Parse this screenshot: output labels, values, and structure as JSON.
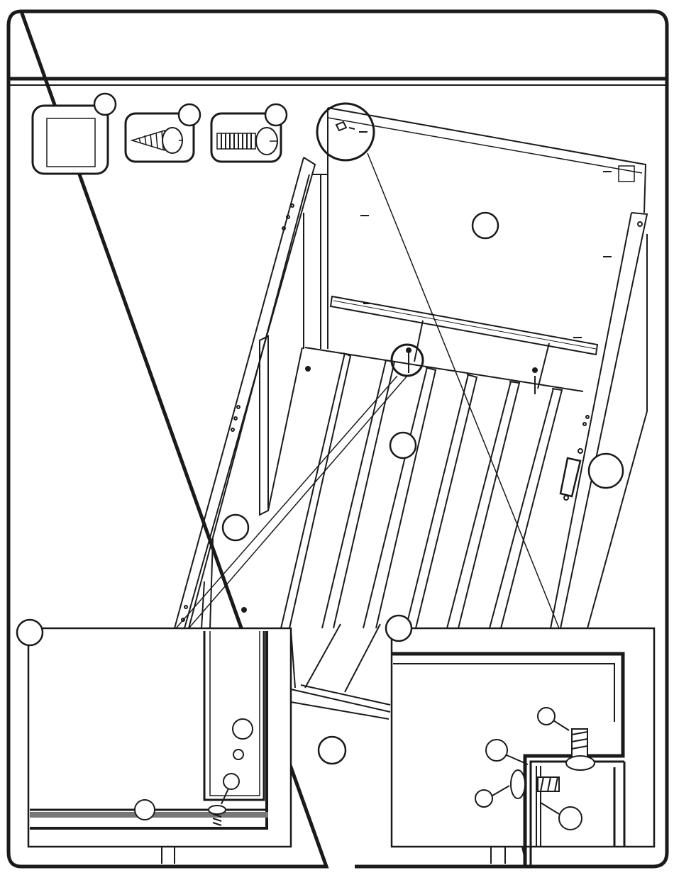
{
  "frame": {
    "header_text": ""
  },
  "parts_legend": [
    {
      "item": "panel",
      "icon": "panel-icon"
    },
    {
      "item": "self-tapping-screw",
      "icon": "tapping-screw-icon"
    },
    {
      "item": "machine-screw",
      "icon": "machine-screw-icon"
    }
  ],
  "callouts": [],
  "colors": {
    "line": "#1a1a1a",
    "paper": "#ffffff"
  }
}
